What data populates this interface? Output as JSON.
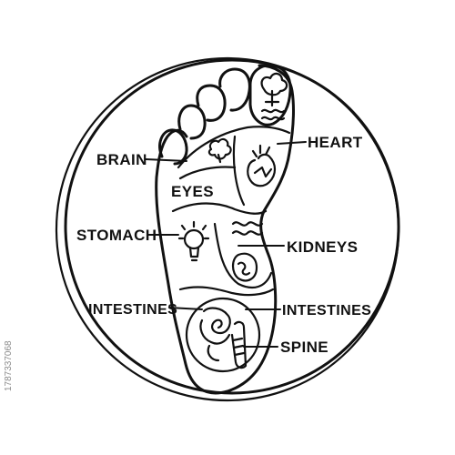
{
  "diagram": {
    "labels": {
      "brain": "BRAIN",
      "eyes": "EYES",
      "heart": "HEART",
      "stomach": "STOMACH",
      "kidneys": "KIDNEYS",
      "intestines_left": "INTESTINES",
      "intestines_right": "INTESTINES",
      "spine": "SPINE"
    }
  },
  "watermark": {
    "stock_id": "1787337068"
  },
  "colors": {
    "ink": "#111111",
    "background": "#ffffff"
  }
}
